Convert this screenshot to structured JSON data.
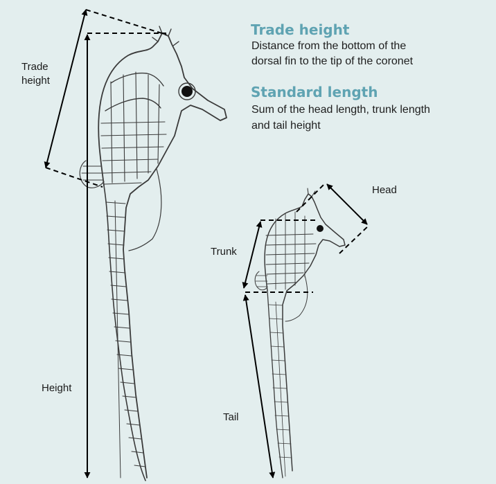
{
  "definitions": [
    {
      "title": "Trade height",
      "lines": [
        "Distance from the bottom of the",
        "dorsal fin to the tip of the coronet"
      ]
    },
    {
      "title": "Standard length",
      "lines": [
        "Sum of the head length, trunk length",
        "and tail height"
      ]
    }
  ],
  "labels": {
    "trade_height_line1": "Trade",
    "trade_height_line2": "height",
    "height": "Height",
    "head": "Head",
    "trunk": "Trunk",
    "tail": "Tail"
  },
  "colors": {
    "background": "#e3eeee",
    "title_accent": "#5fa3b2",
    "line": "#000000"
  }
}
